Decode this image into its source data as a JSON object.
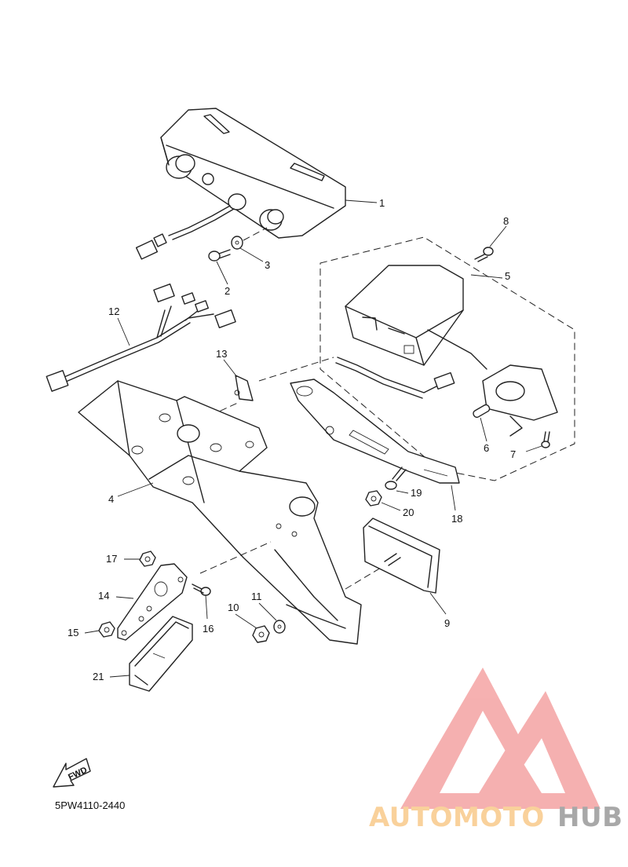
{
  "diagram": {
    "code": "5PW4110-2440",
    "fwd_label": "FWD",
    "callouts": [
      "1",
      "2",
      "3",
      "4",
      "5",
      "6",
      "7",
      "8",
      "9",
      "10",
      "11",
      "12",
      "13",
      "14",
      "15",
      "16",
      "17",
      "18",
      "19",
      "20",
      "21"
    ]
  },
  "watermark": {
    "brand_part1": "AUTOMOTO",
    "brand_part2": "HUB",
    "color_light": "#f9c98a",
    "color_red": "#f4a3a3",
    "color_gray": "#9a9a9a"
  }
}
